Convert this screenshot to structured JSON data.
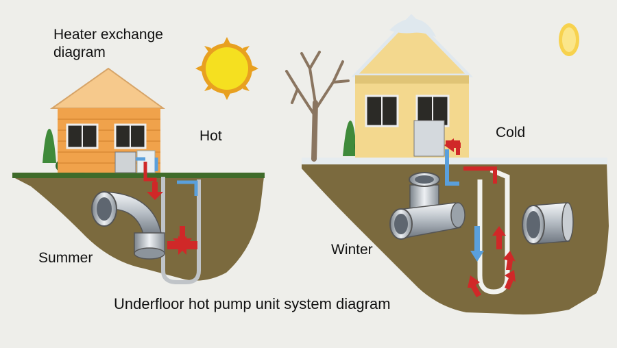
{
  "labels": {
    "title": "Heater exchange diagram",
    "hot": "Hot",
    "cold": "Cold",
    "summer": "Summer",
    "winter": "Winter",
    "caption": "Underfloor hot pump unit system diagram"
  },
  "colors": {
    "background": "#eeeeea",
    "soil": "#7b6a3e",
    "grass": "#3f6b2a",
    "house_wall": "#f0a24b",
    "roof_summer": "#f6c98c",
    "roof_winter": "#f3d88e",
    "snow": "#dfe8ee",
    "sun": "#f5e020",
    "hot_arrow": "#d02828",
    "cold_arrow": "#5aa0dc",
    "pipe": "#c0c4c8"
  },
  "icons": [
    "sun-icon",
    "summer-house-icon",
    "winter-house-icon",
    "bare-tree-icon",
    "elbow-fitting-icon",
    "tee-fitting-icon",
    "coupling-fitting-icon"
  ]
}
